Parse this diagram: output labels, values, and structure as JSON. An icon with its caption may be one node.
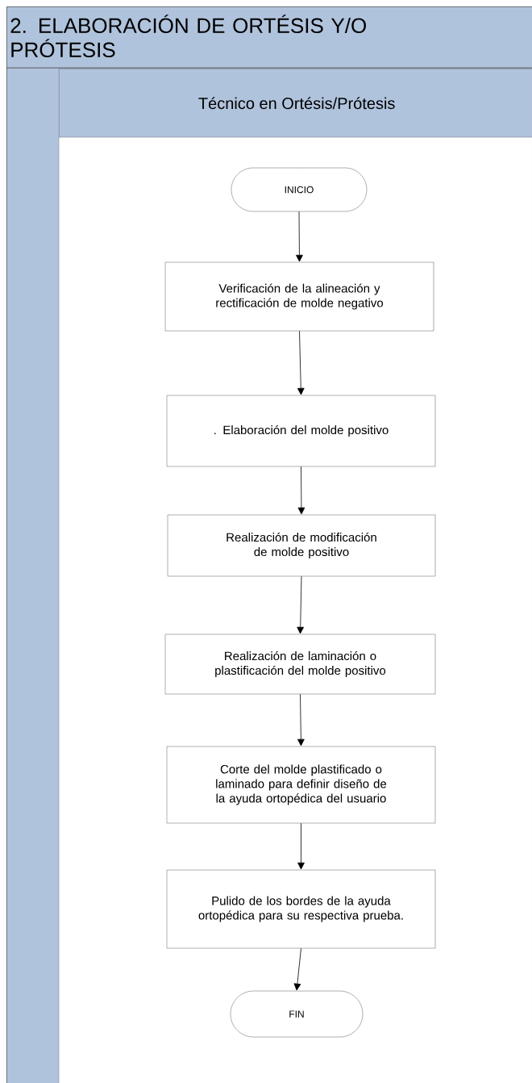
{
  "diagram": {
    "nodes": [
      {
        "text": [
          "2. ELABORACIÓN DE ORTÉSIS Y/O PRÓTESIS"
        ]
      },
      {
        "text": [
          "Técnico en Ortésis/Prótesis"
        ],
        "in": 0
      },
      {
        "text": [
          "INICIO"
        ],
        "in": 1
      },
      {
        "text": [
          "Verificación de la alineación y rectificación de molde negativo"
        ],
        "in": 1
      },
      {
        "text": [
          ". Elaboración del molde positivo"
        ],
        "in": 1
      },
      {
        "text": [
          "Realización de modificación de molde positivo"
        ],
        "in": 1
      },
      {
        "text": [
          "Realización de laminación o plastificación del molde positivo"
        ],
        "in": 1
      },
      {
        "text": [
          "Corte del molde plastificado o laminado para definir diseño de la ayuda ortopédica del usuario"
        ],
        "in": 1
      },
      {
        "text": [
          "Pulido de los bordes de la ayuda ortopédica para su respectiva prueba."
        ],
        "in": 1
      },
      {
        "text": [
          "FIN"
        ],
        "in": 1
      }
    ],
    "edges": [
      {
        "from": 2,
        "to": 3,
        "arrow": "to"
      },
      {
        "from": 3,
        "to": 4,
        "arrow": "to"
      },
      {
        "from": 4,
        "to": 5,
        "arrow": "to"
      },
      {
        "from": 5,
        "to": 6,
        "arrow": "to"
      },
      {
        "from": 6,
        "to": 7,
        "arrow": "to"
      },
      {
        "from": 7,
        "to": 8,
        "arrow": "to"
      },
      {
        "from": 8,
        "to": 9,
        "arrow": "to"
      }
    ]
  }
}
